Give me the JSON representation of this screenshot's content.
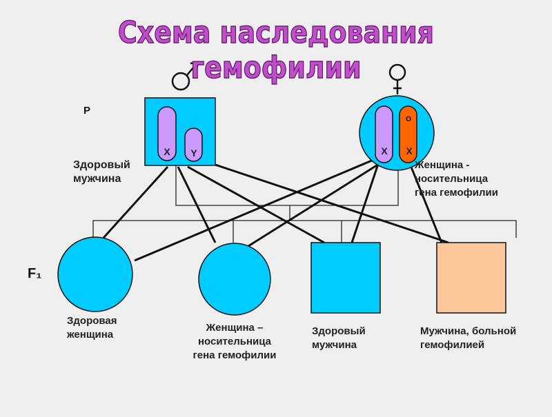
{
  "title": "Схема наследования гемофилии",
  "generation_p": "P",
  "generation_f1": "F₁",
  "parents": {
    "father": {
      "symbol_icon": "male-symbol-icon",
      "label_line1": "Здоровый",
      "label_line2": "мужчина",
      "chromosome1": "X",
      "chromosome2": "Y",
      "color": "#00ccff"
    },
    "mother": {
      "symbol_icon": "female-symbol-icon",
      "label_line1": "Женщина -",
      "label_line2": "носительница",
      "label_line3": "гена  гемофилии",
      "chromosome1": "X",
      "chromosome2": "X",
      "gene_mark": "o",
      "color": "#00ccff"
    }
  },
  "offspring": [
    {
      "line1": "Здоровая",
      "line2": "женщина",
      "shape": "circle",
      "color": "#00ccff"
    },
    {
      "line1": "Женщина –",
      "line2": "носительница",
      "line3": "гена  гемофилии",
      "shape": "circle",
      "color": "#00ccff"
    },
    {
      "line1": "Здоровый",
      "line2": "мужчина",
      "shape": "square",
      "color": "#00ccff"
    },
    {
      "line1": "Мужчина, больной",
      "line2": "гемофилией",
      "shape": "square",
      "color": "#fcc89b"
    }
  ],
  "colors": {
    "chromosome_normal": "#cc99ff",
    "chromosome_affected": "#ff6600"
  }
}
